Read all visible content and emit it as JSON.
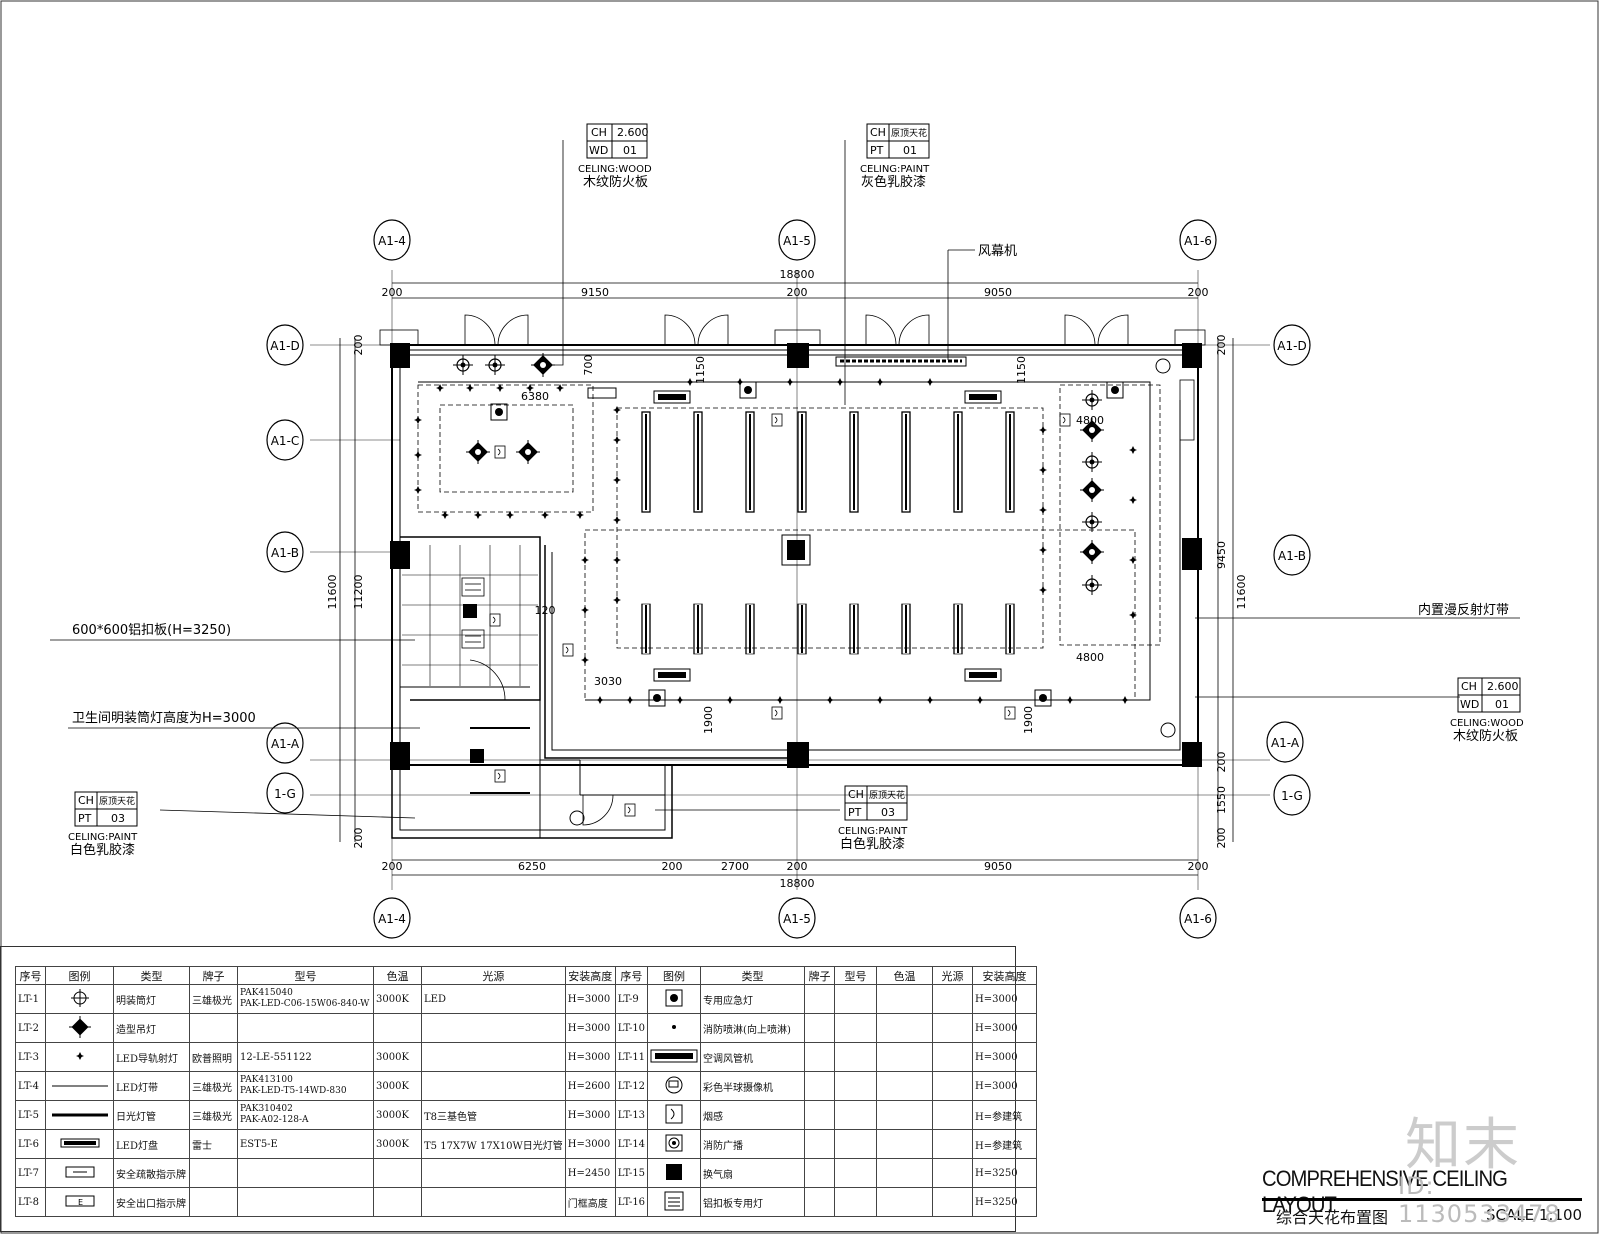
{
  "axes": {
    "top": [
      "A1-4",
      "A1-5",
      "A1-6"
    ],
    "left": [
      "A1-D",
      "A1-C",
      "A1-B",
      "A1-A",
      "1-G"
    ],
    "right": [
      "A1-D",
      "A1-B",
      "A1-A",
      "1-G"
    ]
  },
  "dimensions": {
    "top_total": "18800",
    "top_parts": [
      "200",
      "9150",
      "200",
      "9050",
      "200"
    ],
    "bottom_total": "18800",
    "bottom_parts": [
      "200",
      "6250",
      "200",
      "2700",
      "200",
      "9050",
      "200"
    ],
    "left_outer": "11600",
    "left_inner": "11200",
    "left_small": [
      "200",
      "200"
    ],
    "right_outer": "11600",
    "right_inner": "9450",
    "right_parts": [
      "200",
      "200",
      "1550",
      "200"
    ],
    "interior": [
      "6380",
      "700",
      "1150",
      "1150",
      "4800",
      "4800",
      "3030",
      "120",
      "1900",
      "1900"
    ]
  },
  "callouts": {
    "top_left": {
      "ch_label": "CH",
      "ch_value": "2.600",
      "code_label": "WD",
      "code_value": "01",
      "type": "CELING:WOOD",
      "name": "木纹防火板"
    },
    "top_mid": {
      "ch_label": "CH",
      "ch_value": "原顶天花",
      "code_label": "PT",
      "code_value": "01",
      "type": "CELING:PAINT",
      "name": "灰色乳胶漆"
    },
    "air_curtain": "风幕机",
    "aluminum_panel": "600*600铝扣板(H=3250)",
    "toilet_lights": "卫生间明装筒灯高度为H=3000",
    "bottom_left": {
      "ch_label": "CH",
      "ch_value": "原顶天花",
      "code_label": "PT",
      "code_value": "03",
      "type": "CELING:PAINT",
      "name": "白色乳胶漆"
    },
    "bottom_mid": {
      "ch_label": "CH",
      "ch_value": "原顶天花",
      "code_label": "PT",
      "code_value": "03",
      "type": "CELING:PAINT",
      "name": "白色乳胶漆"
    },
    "light_strip": "内置漫反射灯带",
    "right": {
      "ch_label": "CH",
      "ch_value": "2.600",
      "code_label": "WD",
      "code_value": "01",
      "type": "CELING:WOOD",
      "name": "木纹防火板"
    }
  },
  "legend": {
    "headers": [
      "序号",
      "图例",
      "类型",
      "牌子",
      "型号",
      "色温",
      "光源",
      "安装高度",
      "序号",
      "图例",
      "类型",
      "牌子",
      "型号",
      "色温",
      "光源",
      "安装高度"
    ],
    "rows": [
      {
        "id": "LT-1",
        "type": "明装筒灯",
        "brand": "三雄极光",
        "model": "PAK415040\nPAK-LED-C06-15W06-840-W",
        "temp": "3000K",
        "source": "LED",
        "height": "H=3000",
        "id2": "LT-9",
        "type2": "专用应急灯",
        "height2": "H=3000"
      },
      {
        "id": "LT-2",
        "type": "造型吊灯",
        "brand": "",
        "model": "",
        "temp": "",
        "source": "",
        "height": "H=3000",
        "id2": "LT-10",
        "type2": "消防喷淋(向上喷淋)",
        "height2": "H=3000"
      },
      {
        "id": "LT-3",
        "type": "LED导轨射灯",
        "brand": "欧普照明",
        "model": "12-LE-551122",
        "temp": "3000K",
        "source": "",
        "height": "H=3000",
        "id2": "LT-11",
        "type2": "空调风管机",
        "height2": "H=3000"
      },
      {
        "id": "LT-4",
        "type": "LED灯带",
        "brand": "三雄极光",
        "model": "PAK413100\nPAK-LED-T5-14WD-830",
        "temp": "3000K",
        "source": "",
        "height": "H=2600",
        "id2": "LT-12",
        "type2": "彩色半球摄像机",
        "height2": "H=3000"
      },
      {
        "id": "LT-5",
        "type": "日光灯管",
        "brand": "三雄极光",
        "model": "PAK310402\nPAK-A02-128-A",
        "temp": "3000K",
        "source": "T8三基色管",
        "height": "H=3000",
        "id2": "LT-13",
        "type2": "烟感",
        "height2": "H=参建筑"
      },
      {
        "id": "LT-6",
        "type": "LED灯盘",
        "brand": "雷士",
        "model": "EST5-E",
        "temp": "3000K",
        "source": "T5 17X7W 17X10W日光灯管",
        "height": "H=3000",
        "id2": "LT-14",
        "type2": "消防广播",
        "height2": "H=参建筑"
      },
      {
        "id": "LT-7",
        "type": "安全疏散指示牌",
        "brand": "",
        "model": "",
        "temp": "",
        "source": "",
        "height": "H=2450",
        "id2": "LT-15",
        "type2": "换气扇",
        "height2": "H=3250"
      },
      {
        "id": "LT-8",
        "type": "安全出口指示牌",
        "brand": "",
        "model": "",
        "temp": "",
        "source": "",
        "height": "门框高度",
        "id2": "LT-16",
        "type2": "铝扣板专用灯",
        "height2": "H=3250"
      }
    ]
  },
  "title": {
    "en": "COMPREHENSIVE CEILING LAYOUT",
    "cn": "综合天花布置图",
    "scale": "SCALE 1:100",
    "id": "ID: 1130533478",
    "brand": "知末"
  }
}
